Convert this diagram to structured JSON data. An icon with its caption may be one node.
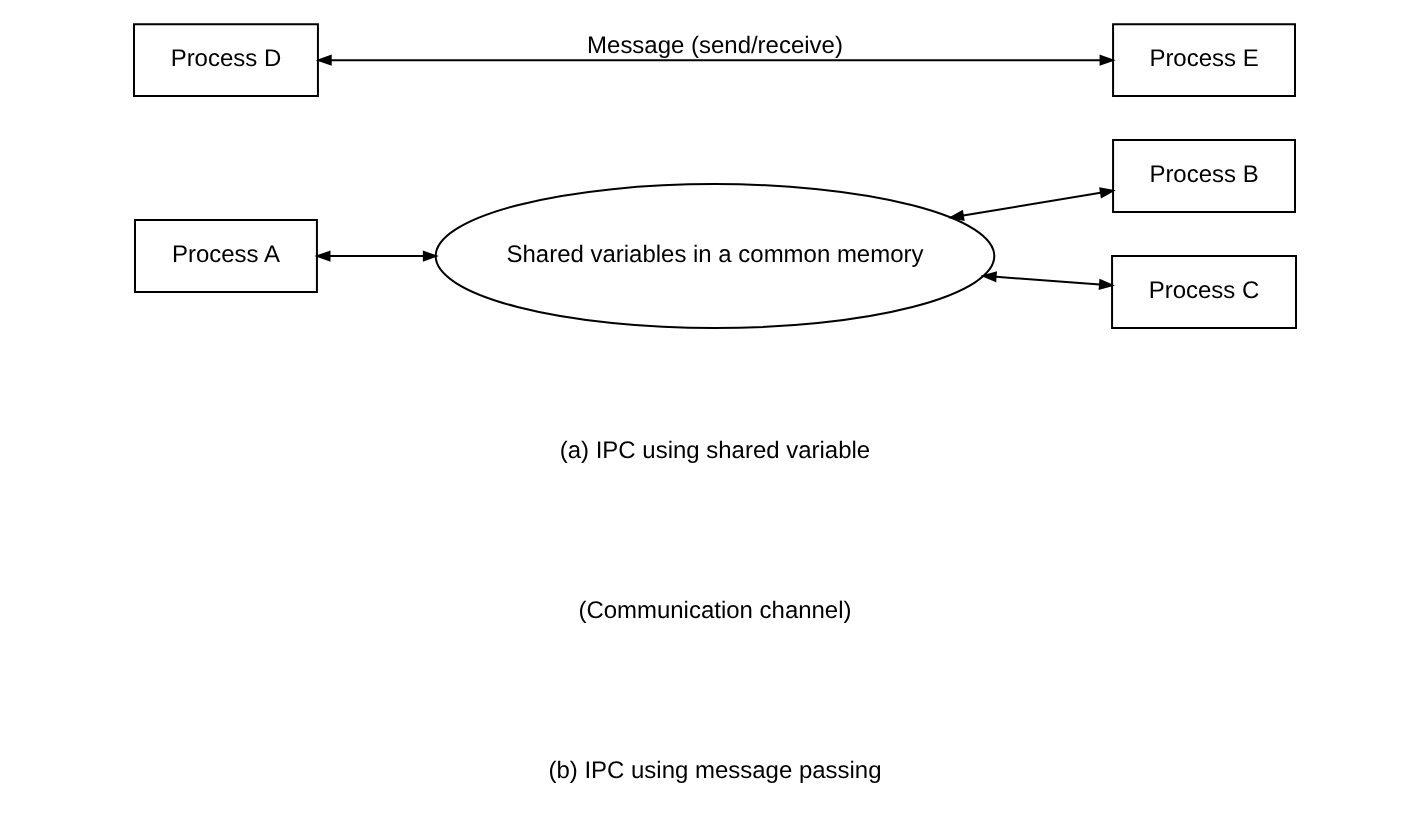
{
  "diagram": {
    "nodes": [
      {
        "text": [
          "Process A"
        ]
      },
      {
        "text": [
          "Shared variables in a common memory"
        ]
      },
      {
        "text": [
          "Process B"
        ]
      },
      {
        "text": [
          "Process C"
        ]
      },
      {
        "text": [
          "Process D"
        ]
      },
      {
        "text": [
          "Process E"
        ]
      }
    ],
    "edges": [
      {
        "from": 0,
        "to": 1,
        "arrow": "both"
      },
      {
        "from": 1,
        "to": 2,
        "arrow": "both"
      },
      {
        "from": 1,
        "to": 3,
        "arrow": "both"
      },
      {
        "from": 4,
        "to": 5,
        "arrow": "both",
        "label": "Message (send/receive)"
      }
    ],
    "labels": [
      "(a) IPC using shared variable",
      "(Communication channel)",
      "(b) IPC using message passing"
    ]
  }
}
